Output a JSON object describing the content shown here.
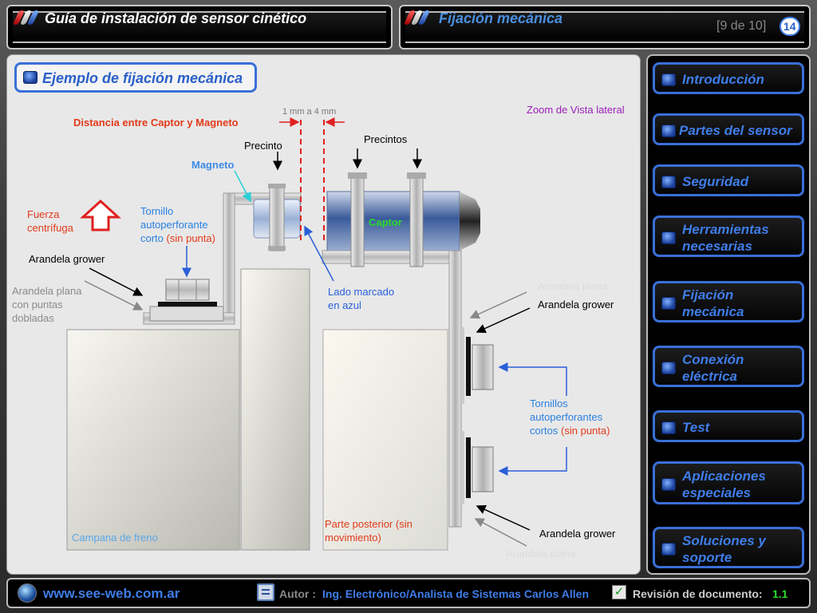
{
  "header": {
    "app_title": "Guía de instalación de sensor cinético",
    "section_title": "Fijación mecánica",
    "page_indicator": "[9 de 10]",
    "slide_number": "14"
  },
  "main": {
    "title": "Ejemplo de fijación mecánica",
    "labels": {
      "distancia": "Distancia entre Captor y Magneto",
      "gap": "1 mm a 4 mm",
      "zoom": "Zoom de Vista lateral",
      "precinto": "Precinto",
      "precintos": "Precintos",
      "magneto": "Magneto",
      "captor": "Captor",
      "fuerza_1": "Fuerza",
      "fuerza_2": "centrífuga",
      "tornillo_1": "Tornillo",
      "tornillo_2": "autoperforante",
      "tornillo_3": "corto",
      "tornillo_4": "(sin punta)",
      "arandela_grower_left": "Arandela grower",
      "arandela_plana_1": "Arandela plana",
      "arandela_plana_2": "con puntas",
      "arandela_plana_3": "dobladas",
      "lado_1": "Lado marcado",
      "lado_2": "en azul",
      "arandela_plana_top": "Arandela plana",
      "arandela_grower_top": "Arandela grower",
      "tornillos_1": "Tornillos",
      "tornillos_2": "autoperforantes",
      "tornillos_3": "cortos",
      "tornillos_4": "(sin punta)",
      "arandela_grower_bottom": "Arandela grower",
      "arandela_plana_bottom": "Arandela plana",
      "campana": "Campana de freno",
      "parte_1": "Parte posterior (sin",
      "parte_2": "movimiento)"
    }
  },
  "sidebar": {
    "items": [
      {
        "label_1": "Introducción",
        "label_2": ""
      },
      {
        "label_1": "Partes del sensor",
        "label_2": ""
      },
      {
        "label_1": "Seguridad",
        "label_2": ""
      },
      {
        "label_1": "Herramientas",
        "label_2": "necesarias"
      },
      {
        "label_1": "Fijación",
        "label_2": "mecánica"
      },
      {
        "label_1": "Conexión",
        "label_2": "eléctrica"
      },
      {
        "label_1": "Test",
        "label_2": ""
      },
      {
        "label_1": "Aplicaciones",
        "label_2": "especiales"
      },
      {
        "label_1": "Soluciones y",
        "label_2": "soporte"
      }
    ]
  },
  "footer": {
    "website": "www.see-web.com.ar",
    "author_label": "Autor :",
    "author_value": "Ing. Electrónico/Analista de Sistemas Carlos Allen",
    "revision_label": "Revisión de documento:",
    "revision_value": "1.1"
  },
  "colors": {
    "accent_blue": "#3f7de8",
    "red_label": "#e23a1a",
    "captor_green": "#2bdc2b",
    "zoom_purple": "#9a1fb8"
  }
}
